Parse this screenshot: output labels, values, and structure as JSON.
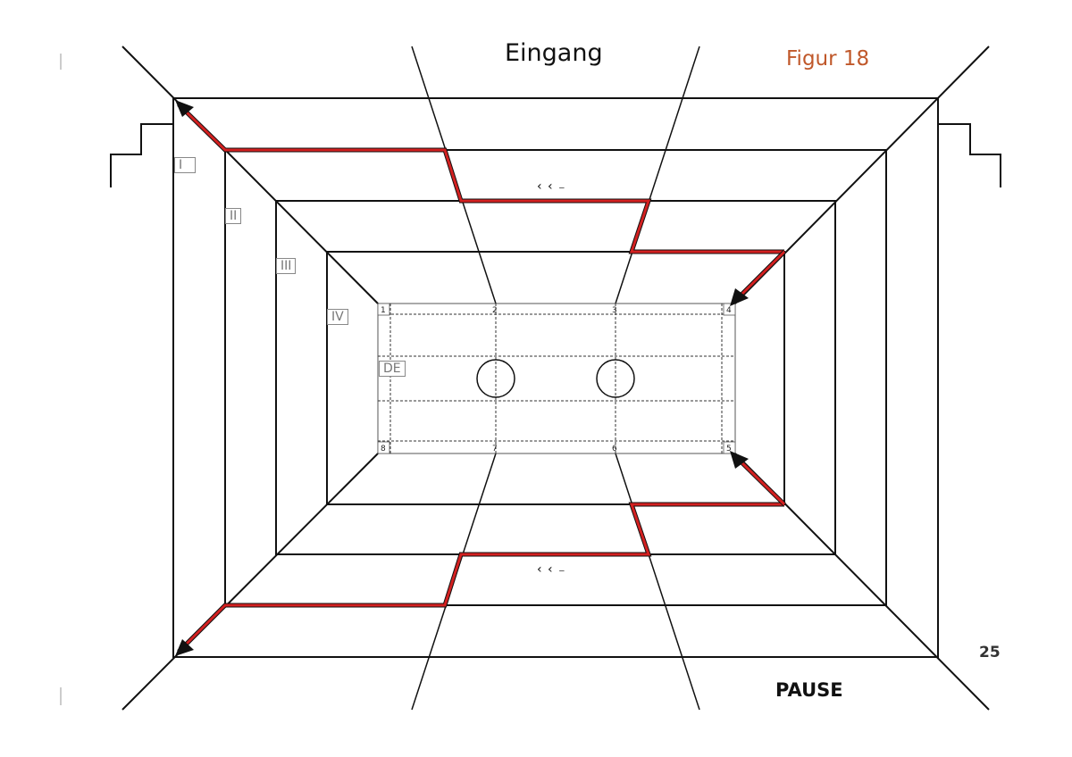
{
  "header": {
    "title": "Eingang",
    "figure_label": "Figur 18"
  },
  "footer": {
    "page_number": "25",
    "status": "PAUSE"
  },
  "zones": [
    "I",
    "II",
    "III",
    "IV"
  ],
  "court": {
    "label": "DE",
    "corner_numbers": [
      "1",
      "2",
      "3",
      "4",
      "5",
      "6",
      "7",
      "8"
    ]
  },
  "direction_marks": {
    "top": "‹ ‹ ₋",
    "bottom": "‹ ‹ ₋"
  },
  "colors": {
    "path": "#d32020",
    "lines": "#111111",
    "figure_label": "#c0582a"
  }
}
